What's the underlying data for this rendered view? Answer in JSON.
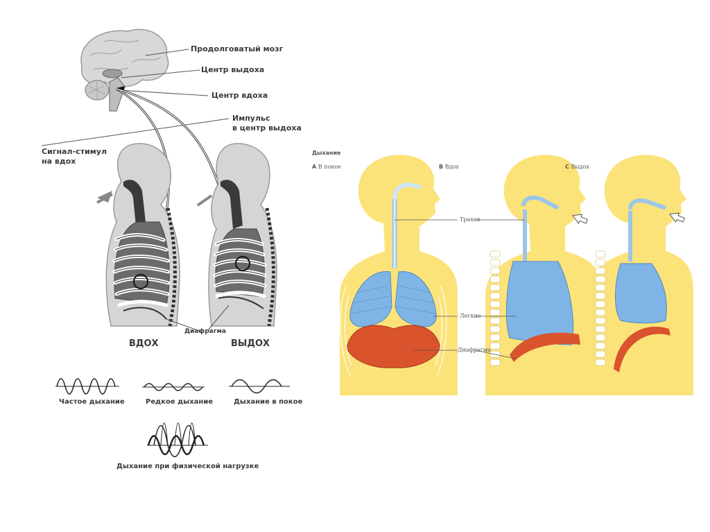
{
  "left_diagram": {
    "labels": {
      "medulla": "Продолговатый мозг",
      "exhale_center": "Центр выдоха",
      "inhale_center": "Центр вдоха",
      "impulse_line1": "Импульс",
      "impulse_line2": "в центр выдоха",
      "signal_line1": "Сигнал-стимул",
      "signal_line2": "на вдох",
      "diaphragm": "Диафрагма",
      "inhale": "ВДОХ",
      "exhale": "ВЫДОХ"
    },
    "waves": {
      "frequent": "Частое дыхание",
      "rare": "Редкое дыхание",
      "rest": "Дыхание в покое",
      "exercise": "Дыхание при физической нагрузке"
    }
  },
  "right_diagram": {
    "title": "Дыхание",
    "panel_a": {
      "letter": "A",
      "caption": "В покое"
    },
    "panel_b": {
      "letter": "B",
      "caption": "Вдох"
    },
    "panel_c": {
      "letter": "C",
      "caption": "Выдох"
    },
    "trachea": "Трахея",
    "lungs": "Легкие",
    "diaphragm": "Диафрагма",
    "colors": {
      "body": "#fbe37a",
      "lung": "#7fb5e6",
      "diaphragm": "#d9532c",
      "spine": "#ffffff"
    }
  }
}
